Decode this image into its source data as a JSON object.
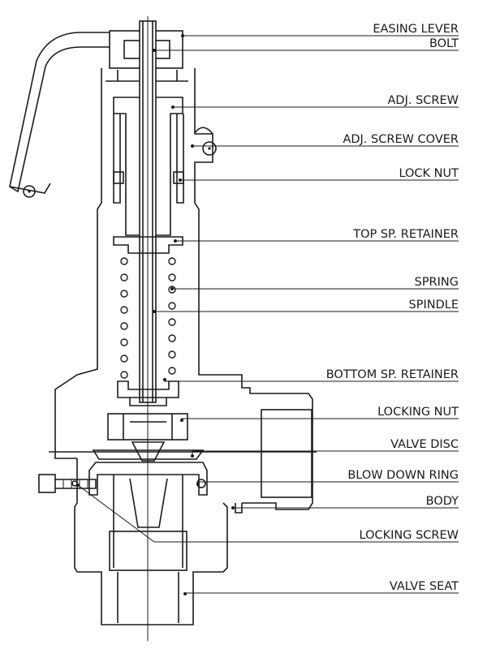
{
  "labels": [
    {
      "key": "easing_lever",
      "text": "EASING LEVER"
    },
    {
      "key": "bolt",
      "text": "BOLT"
    },
    {
      "key": "adj_screw",
      "text": "ADJ. SCREW"
    },
    {
      "key": "adj_screw_cover",
      "text": "ADJ. SCREW COVER"
    },
    {
      "key": "lock_nut",
      "text": "LOCK NUT"
    },
    {
      "key": "top_sp_retainer",
      "text": "TOP SP. RETAINER"
    },
    {
      "key": "spring",
      "text": "SPRING"
    },
    {
      "key": "spindle",
      "text": "SPINDLE"
    },
    {
      "key": "bottom_sp_retainer",
      "text": "BOTTOM SP. RETAINER"
    },
    {
      "key": "locking_nut",
      "text": "LOCKING NUT"
    },
    {
      "key": "valve_disc",
      "text": "VALVE DISC"
    },
    {
      "key": "blow_down_ring",
      "text": "BLOW DOWN RING"
    },
    {
      "key": "body",
      "text": "BODY"
    },
    {
      "key": "locking_screw",
      "text": "LOCKING SCREW"
    },
    {
      "key": "valve_seat",
      "text": "VALVE SEAT"
    }
  ]
}
